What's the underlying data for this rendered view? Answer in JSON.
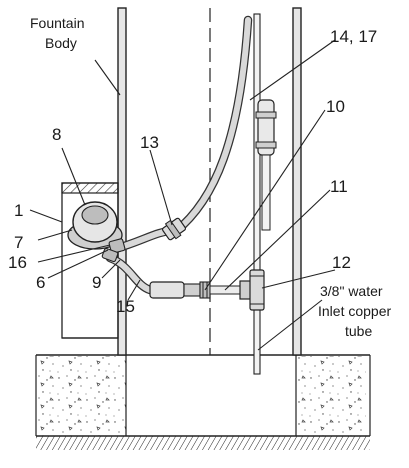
{
  "diagram": {
    "labels": {
      "fountain_body": [
        "Fountain",
        "Body"
      ],
      "part_1": "1",
      "part_6": "6",
      "part_7": "7",
      "part_8": "8",
      "part_9": "9",
      "part_10": "10",
      "part_11": "11",
      "part_12": "12",
      "part_13": "13",
      "part_14_17": "14, 17",
      "part_15": "15",
      "part_16": "16",
      "water_inlet": [
        "3/8\" water",
        "Inlet copper",
        "tube"
      ]
    }
  }
}
